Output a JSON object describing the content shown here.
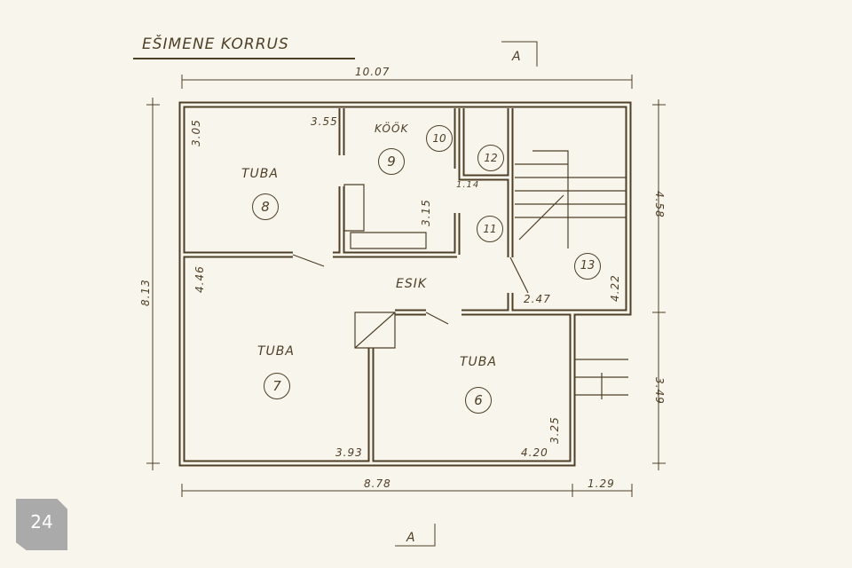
{
  "title": "EŠIMENE KORRUS",
  "section_marker": "A",
  "page_badge": "24",
  "rooms": {
    "r8": {
      "name": "TUBA",
      "num": "8"
    },
    "r9": {
      "name": "KÖÖK",
      "num": "9"
    },
    "r10": {
      "num": "10"
    },
    "r11": {
      "num": "11"
    },
    "r12": {
      "num": "12"
    },
    "r13": {
      "num": "13"
    },
    "hall": {
      "name": "ESIK"
    },
    "r7": {
      "name": "TUBA",
      "num": "7"
    },
    "r6": {
      "name": "TUBA",
      "num": "6"
    }
  },
  "dimensions": {
    "overall_width": "10.07",
    "overall_depth": "8.13",
    "right_upper": "4.58",
    "right_lower": "3.49",
    "bottom_main": "8.78",
    "bottom_right": "1.29",
    "r8_w": "3.55",
    "r8_d": "3.05",
    "r9_d": "3.15",
    "r11_w": "1.14",
    "r7_d": "4.46",
    "r7_w": "3.93",
    "r6_w": "4.20",
    "r6_d": "3.25",
    "r13_w": "2.47",
    "r13_d": "4.22"
  },
  "colors": {
    "ink": "#4e3f27",
    "paper": "#f8f5ec"
  }
}
